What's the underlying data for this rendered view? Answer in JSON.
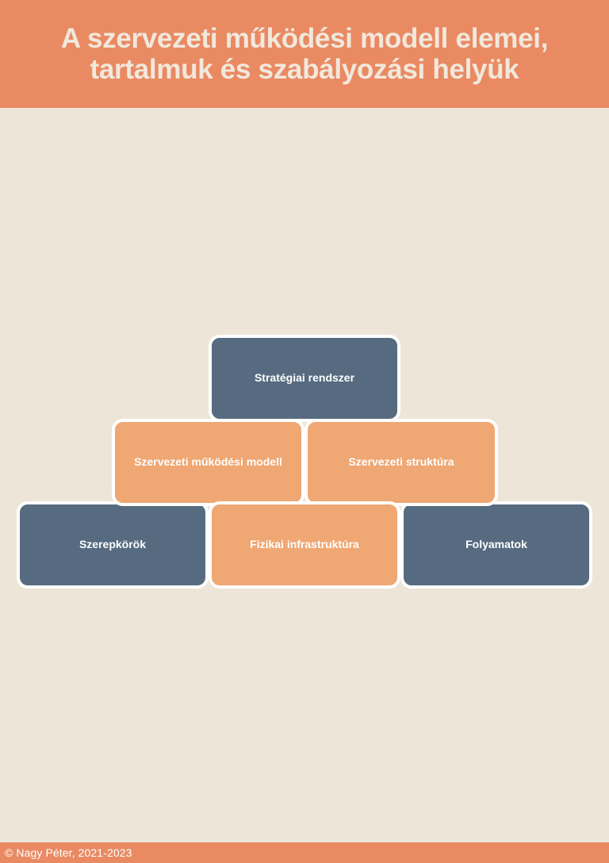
{
  "header": {
    "title": "A szervezeti működési modell elemei, tartalmuk és szabályozási helyük",
    "background_color": "#E98A63",
    "text_color": "#F2E8DC"
  },
  "page": {
    "background_color": "#EEE5D9"
  },
  "diagram": {
    "type": "pyramid-stack",
    "palette": {
      "dark": "#566B80",
      "light": "#EFA773",
      "border": "#FFFFFF",
      "label": "#FFFFFF"
    },
    "rows": [
      {
        "row_index": 1,
        "nodes": [
          {
            "label": "Stratégiai rendszer",
            "style": "dark"
          }
        ]
      },
      {
        "row_index": 2,
        "nodes": [
          {
            "label": "Szervezeti működési modell",
            "style": "light"
          },
          {
            "label": "Szervezeti struktúra",
            "style": "light"
          }
        ]
      },
      {
        "row_index": 3,
        "nodes": [
          {
            "label": "Szerepkörök",
            "style": "dark"
          },
          {
            "label": "Fizikai infrastruktúra",
            "style": "light"
          },
          {
            "label": "Folyamatok",
            "style": "dark"
          }
        ]
      }
    ]
  },
  "footer": {
    "copyright": "© Nagy Péter, 2021-2023",
    "background_color": "#E98A63",
    "text_color": "#FFFFFF"
  }
}
